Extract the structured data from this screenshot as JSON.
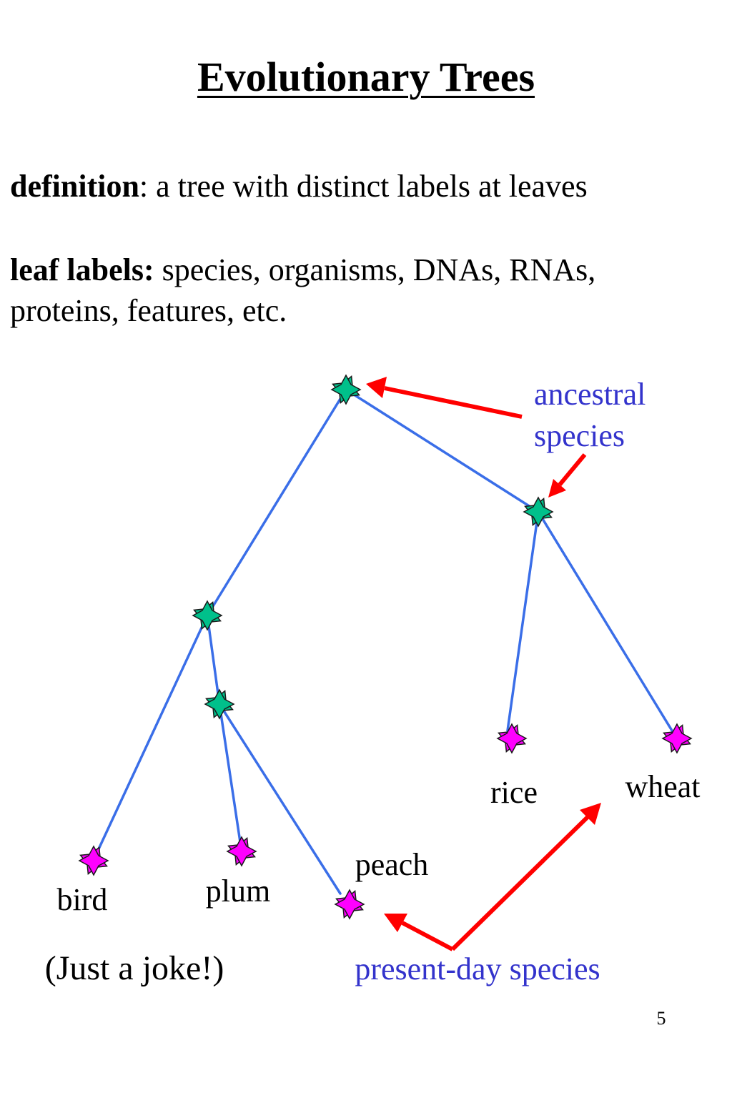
{
  "title": "Evolutionary Trees",
  "definition": {
    "term": "definition",
    "text": ": a tree with distinct labels at leaves"
  },
  "leaf_labels": {
    "term": "leaf labels:",
    "line1": " species, organisms, DNAs, RNAs,",
    "line2": "proteins, features, etc."
  },
  "tree": {
    "internal_node_color": "#00c08b",
    "leaf_node_color": "#ff00ff",
    "edge_color": "#3a6ee8",
    "leaves": [
      "bird",
      "plum",
      "peach",
      "rice",
      "wheat"
    ]
  },
  "annotations": {
    "ancestral_line1": "ancestral",
    "ancestral_line2": "species",
    "present_day": "present-day species",
    "annotation_color": "#3333cc",
    "arrow_color": "#ff0000"
  },
  "joke": "(Just a joke!)",
  "page_number": "5"
}
